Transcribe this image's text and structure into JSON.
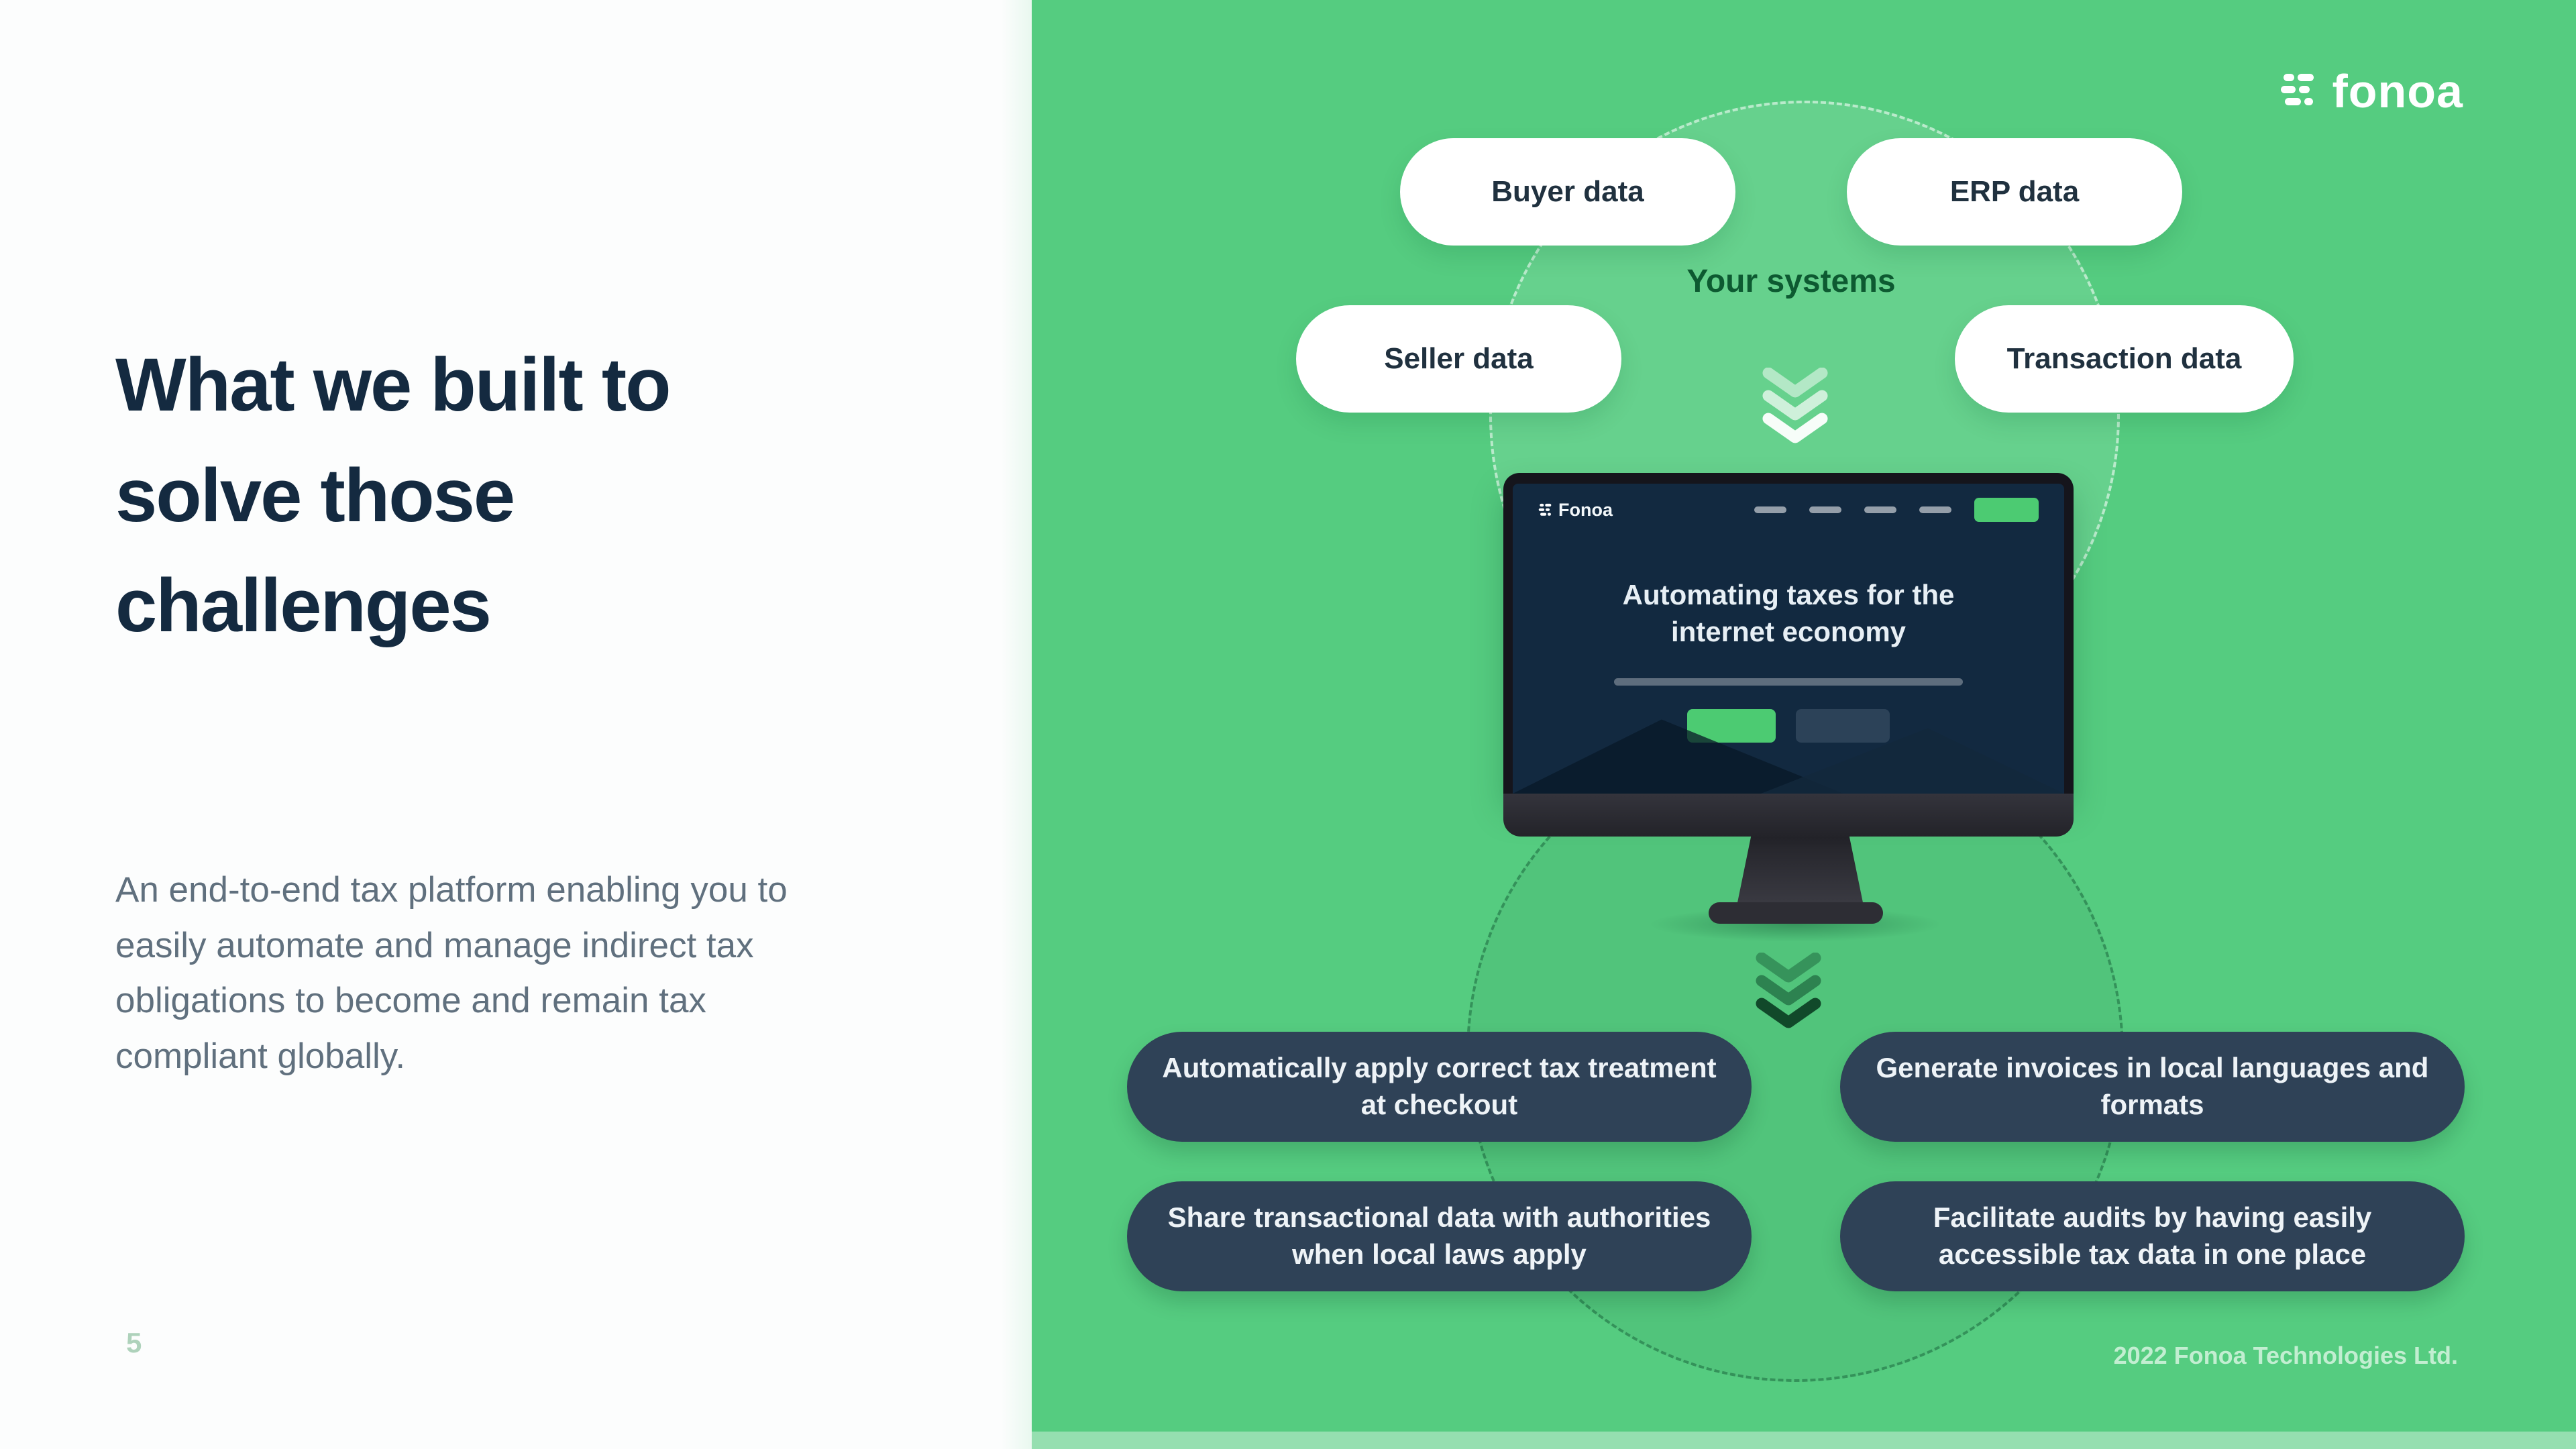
{
  "left": {
    "heading": "What we built to solve those challenges",
    "paragraph": "An end-to-end tax platform enabling you to easily automate and manage indirect tax obligations to become and remain tax compliant globally.",
    "page_number": "5"
  },
  "brand": {
    "logo_text": "fonoa"
  },
  "diagram": {
    "systems_label": "Your systems",
    "input_pills": [
      {
        "label": "Buyer data"
      },
      {
        "label": "ERP data"
      },
      {
        "label": "Seller data"
      },
      {
        "label": "Transaction data"
      }
    ],
    "monitor": {
      "site_logo": "Fonoa",
      "hero_title": "Automating taxes for the internet economy"
    },
    "outcome_pills": [
      {
        "label": "Automatically apply correct tax treatment at checkout"
      },
      {
        "label": "Generate invoices in local languages and formats"
      },
      {
        "label": "Share transactional data with authorities when local laws apply"
      },
      {
        "label": "Facilitate audits by having easily accessible tax data in one place"
      }
    ]
  },
  "footer": {
    "copyright": "2022 Fonoa Technologies Ltd."
  },
  "colors": {
    "background_green": "#55cc80",
    "heading_navy": "#142a40",
    "pill_navy": "#2f4257",
    "screen_navy": "#122940",
    "accent_green": "#4ccb72",
    "systems_label_green": "#0d5a31"
  }
}
